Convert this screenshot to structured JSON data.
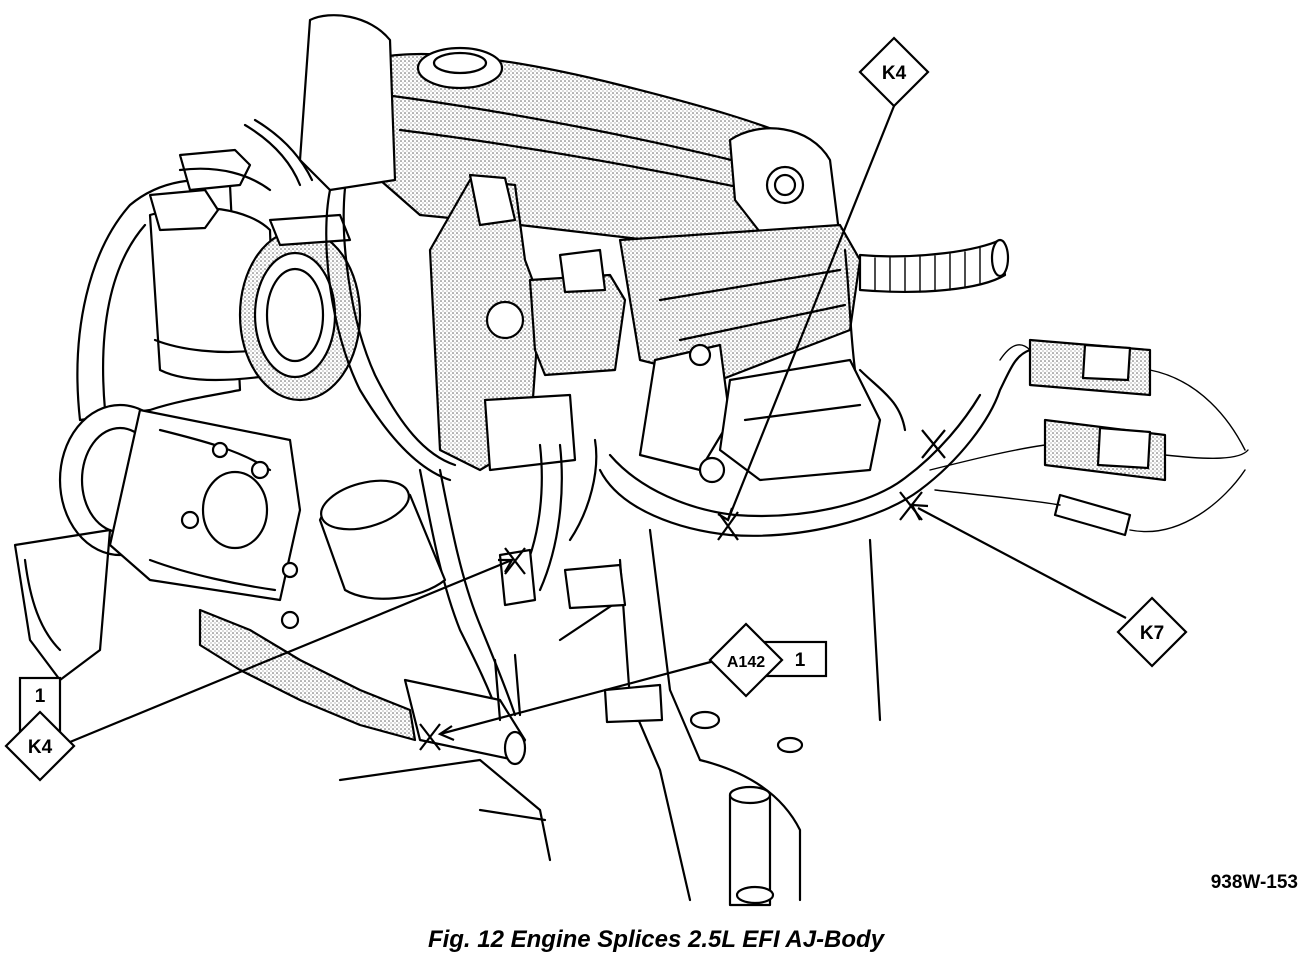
{
  "figure": {
    "caption": "Fig. 12 Engine Splices 2.5L EFI AJ-Body",
    "reference_code": "938W-153"
  },
  "callouts": [
    {
      "id": "k4-top",
      "label": "K4"
    },
    {
      "id": "k7",
      "label": "K7"
    },
    {
      "id": "a142",
      "label": "A142",
      "tag": "1"
    },
    {
      "id": "k4-left",
      "label": "K4",
      "tag": "1"
    }
  ],
  "colors": {
    "ink": "#000000",
    "paper": "#ffffff"
  }
}
